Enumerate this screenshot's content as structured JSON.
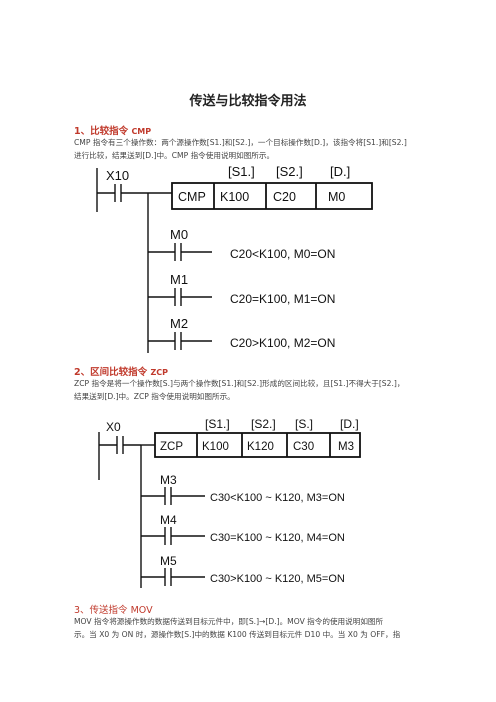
{
  "title": "传送与比较指令用法",
  "sections": [
    {
      "heading": "1、比较指令",
      "code": "CMP",
      "paragraph": [
        "CMP 指令有三个操作数：两个源操作数[S1.]和[S2.]，一个目标操作数[D.]，该指令将[S1.]和[S2.]",
        "进行比较，结果送到[D.]中。CMP 指令使用说明如图所示。"
      ],
      "diagram": {
        "contact": "X10",
        "operand_labels": [
          "[S1.]",
          "[S2.]",
          "[D.]"
        ],
        "instruction": [
          "CMP",
          "K100",
          "C20",
          "M0"
        ],
        "outputs": [
          {
            "contact": "M0",
            "text": "C20<K100, M0=ON"
          },
          {
            "contact": "M1",
            "text": "C20=K100, M1=ON"
          },
          {
            "contact": "M2",
            "text": "C20>K100, M2=ON"
          }
        ]
      }
    },
    {
      "heading": "2、区间比较指令",
      "code": "ZCP",
      "paragraph": [
        "ZCP 指令是将一个操作数[S.]与两个操作数[S1.]和[S2.]形成的区间比较，且[S1.]不得大于[S2.]，",
        "结果送到[D.]中。ZCP 指令使用说明如图所示。"
      ],
      "diagram": {
        "contact": "X0",
        "operand_labels": [
          "[S1.]",
          "[S2.]",
          "[S.]",
          "[D.]"
        ],
        "instruction": [
          "ZCP",
          "K100",
          "K120",
          "C30",
          "M3"
        ],
        "outputs": [
          {
            "contact": "M3",
            "text": "C30<K100 ~ K120, M3=ON"
          },
          {
            "contact": "M4",
            "text": "C30=K100 ~ K120, M4=ON"
          },
          {
            "contact": "M5",
            "text": "C30>K100 ~ K120, M5=ON"
          }
        ]
      }
    },
    {
      "heading": "3、传送指令 MOV",
      "code": "",
      "paragraph": [
        "MOV 指令将源操作数的数据传送到目标元件中，即[S.]→[D.]。MOV 指令的使用说明如图所",
        "示。当 X0 为 ON 时，源操作数[S.]中的数据 K100 传送到目标元件 D10 中。当 X0 为 OFF，指"
      ]
    }
  ]
}
